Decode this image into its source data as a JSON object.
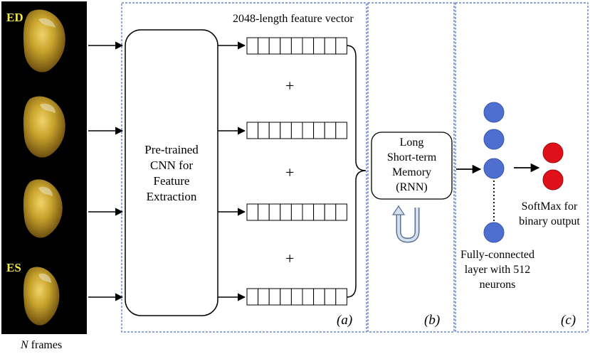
{
  "frames": {
    "first_label": "ED",
    "last_label": "ES",
    "caption_var": "N",
    "caption_rest": " frames"
  },
  "cnn": {
    "lines": [
      "Pre-trained",
      "CNN for",
      "Feature",
      "Extraction"
    ]
  },
  "features": {
    "title": "2048-length feature vector",
    "plus": "+"
  },
  "lstm": {
    "lines": [
      "Long",
      "Short-term",
      "Memory",
      "(RNN)"
    ]
  },
  "fc": {
    "lines": [
      "Fully-connected",
      "layer with 512",
      "neurons"
    ]
  },
  "softmax": {
    "lines": [
      "SoftMax for",
      "binary output"
    ]
  },
  "panels": {
    "a": "(a)",
    "b": "(b)",
    "c": "(c)"
  },
  "colors": {
    "panel_border": "#4a6fc4",
    "fc_node": "#4f6fd0",
    "fc_node_stroke": "#3a55a8",
    "output_node": "#e0101a",
    "output_node_stroke": "#9c0a10",
    "frame_label": "#f2e640",
    "loop_arrow": "#aebfd8"
  }
}
